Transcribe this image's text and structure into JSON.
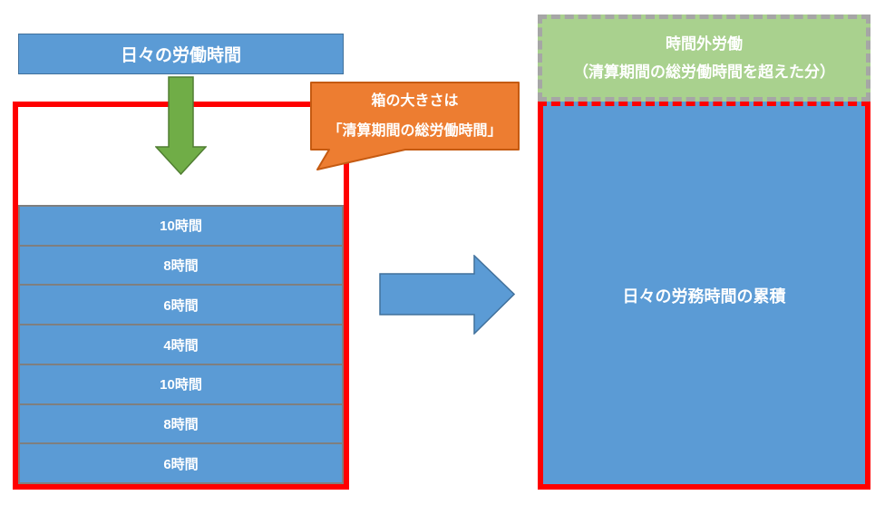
{
  "left": {
    "header": "日々の労働時間",
    "bars": [
      "10時間",
      "8時間",
      "6時間",
      "4時間",
      "10時間",
      "8時間",
      "6時間"
    ],
    "callout": {
      "line1": "箱の大きさは",
      "line2": "「清算期間の総労働時間」"
    }
  },
  "right": {
    "overtime_box": {
      "line1": "時間外労働",
      "line2": "（清算期間の総労働時間を超えた分）"
    },
    "accumulation_box": "日々の労務時間の累積"
  },
  "icons": {
    "down_arrow": "down-arrow",
    "right_arrow": "right-arrow"
  },
  "colors": {
    "blue_fill": "#5B9BD5",
    "blue_border": "#41719C",
    "bar_divider_gray": "#7F7F7F",
    "green_arrow_fill": "#70AD47",
    "green_arrow_border": "#507E32",
    "overtime_green_fill": "#A9D18E",
    "dash_gray": "#A6A6A6",
    "callout_orange_fill": "#ED7D31",
    "callout_orange_border": "#C55A11",
    "red": "#FF0000",
    "text_white": "#FFFFFF"
  }
}
